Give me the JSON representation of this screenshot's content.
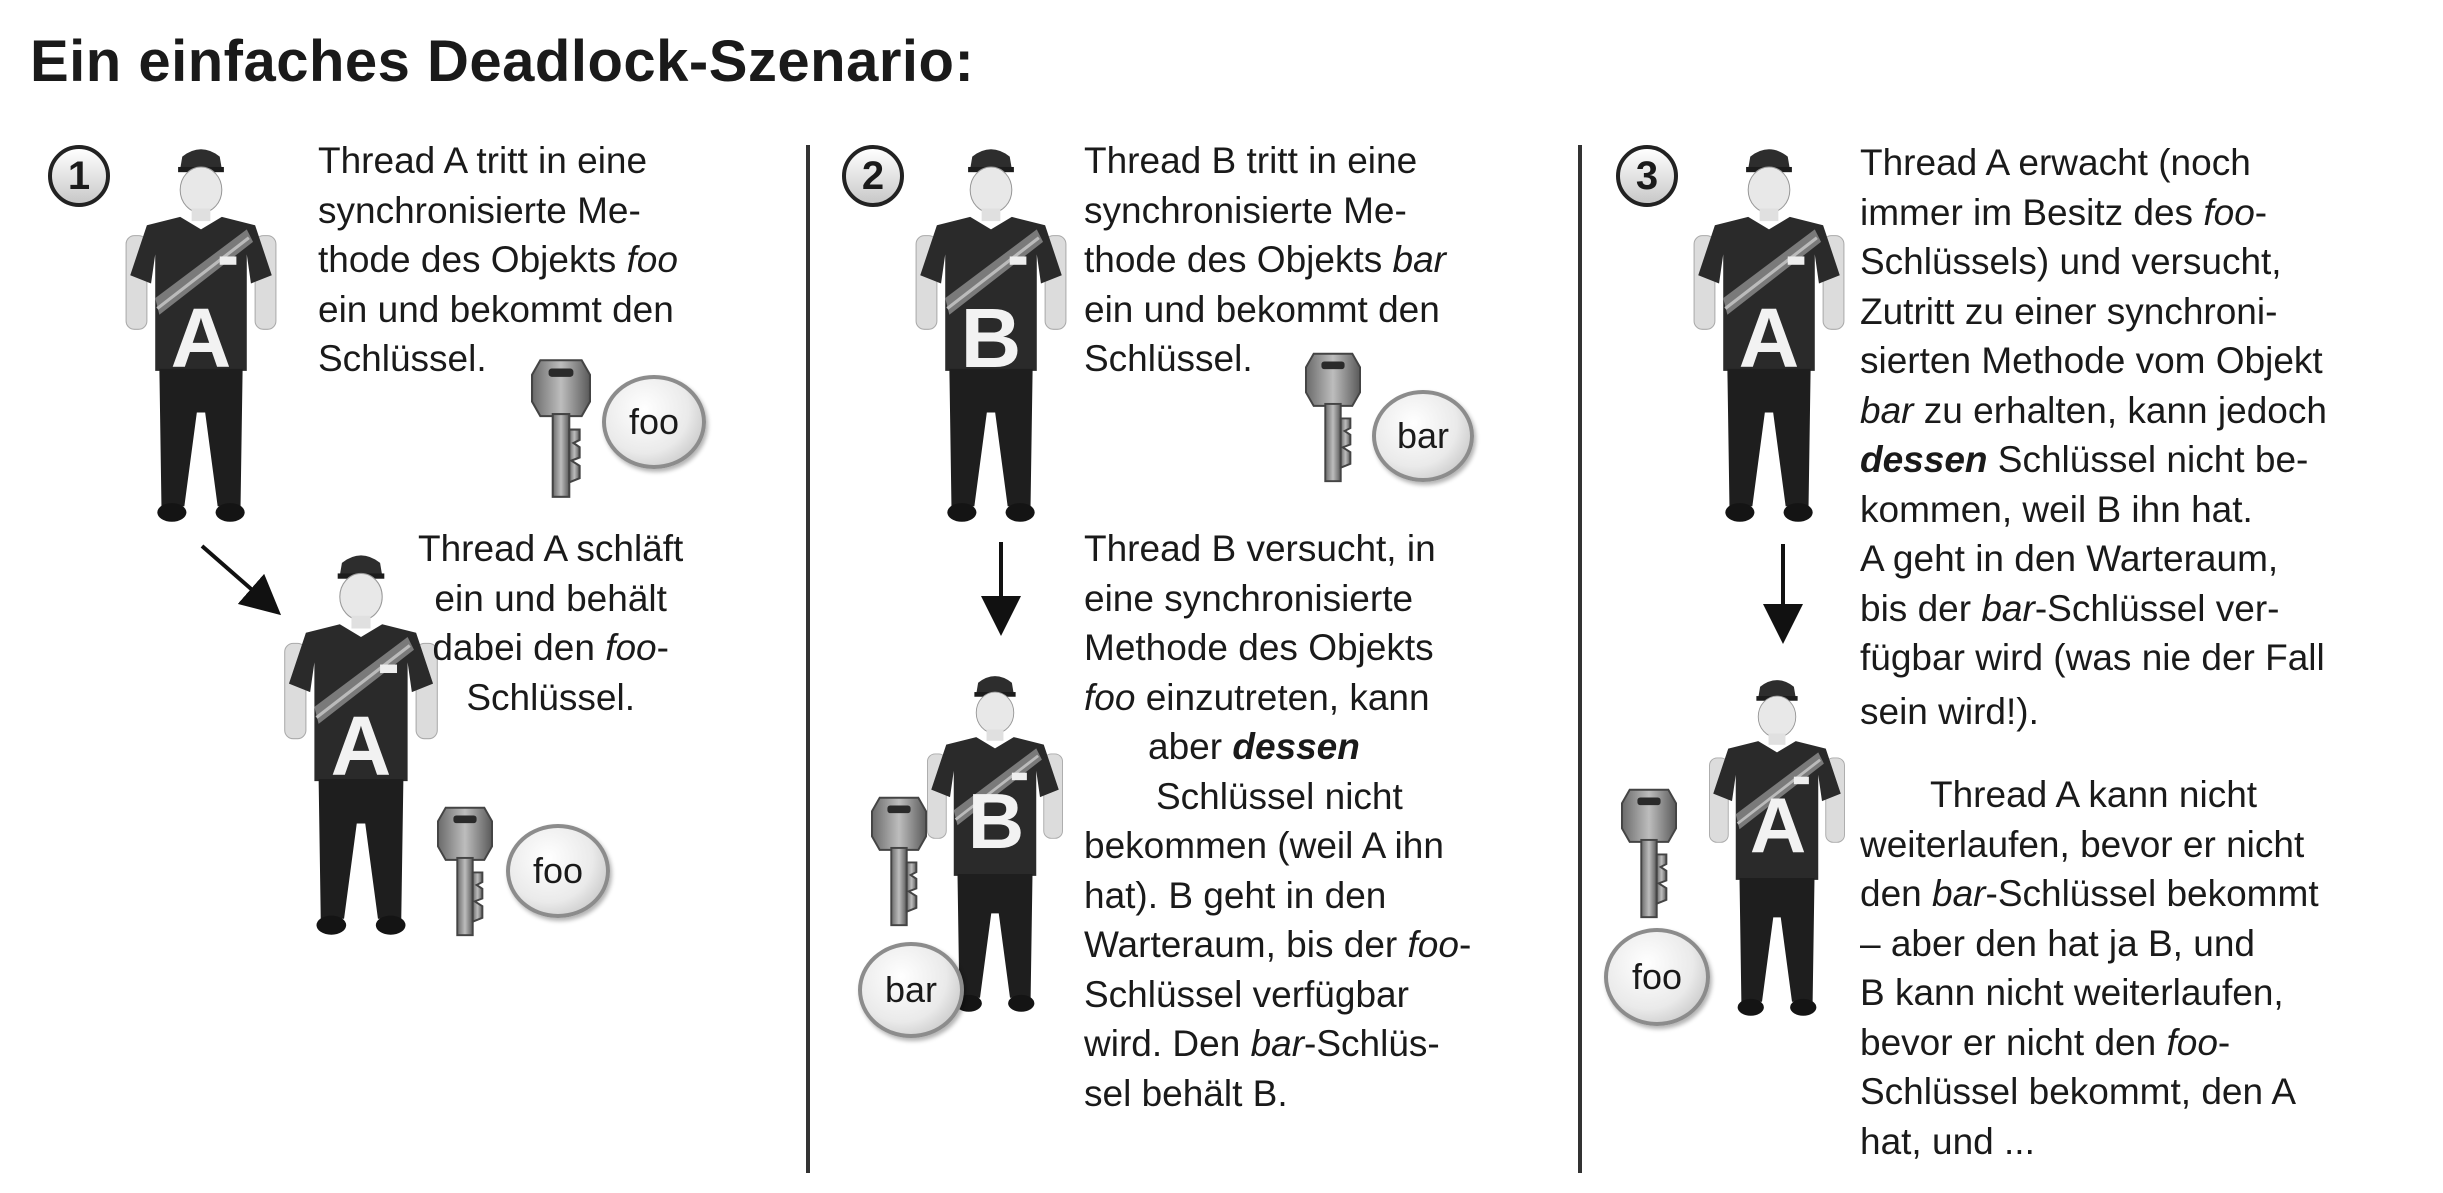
{
  "title": "Ein einfaches Deadlock-Szenario:",
  "steps": [
    {
      "number": "1",
      "text_top": [
        "Thread A tritt in eine",
        "synchronisierte Me-",
        "thode des Objekts ",
        "foo",
        "ein und bekommt den",
        "Schlüssel."
      ],
      "key_label": "foo",
      "person_letter": "A",
      "text_bottom": [
        "Thread A schläft",
        "ein und behält",
        "dabei den ",
        "foo",
        "-",
        "Schlüssel."
      ],
      "key_label_bottom": "foo",
      "person_letter_bottom": "A"
    },
    {
      "number": "2",
      "text_top": [
        "Thread B tritt in eine",
        "synchronisierte Me-",
        "thode des Objekts ",
        "bar",
        "ein und bekommt den",
        "Schlüssel."
      ],
      "key_label": "bar",
      "person_letter": "B",
      "text_bottom": [
        "Thread B versucht, in",
        "eine synchronisierte",
        "Methode des Objekts",
        "foo",
        " einzutreten, kann",
        "aber ",
        "dessen",
        "Schlüssel nicht",
        "bekommen (weil A ihn",
        "hat). B geht in den",
        "Warteraum, bis der ",
        "foo",
        "-",
        "Schlüssel verfügbar",
        "wird. Den ",
        "bar",
        "-Schlüs-",
        "sel behält B."
      ],
      "key_label_bottom": "bar",
      "person_letter_bottom": "B"
    },
    {
      "number": "3",
      "text_top": [
        "Thread A erwacht (noch",
        "immer im Besitz des ",
        "foo",
        "-",
        "Schlüssels) und versucht,",
        "Zutritt zu einer synchroni-",
        "sierten Methode vom Objekt",
        "bar",
        " zu erhalten, kann jedoch",
        "dessen",
        " Schlüssel nicht be-",
        "kommen, weil B ihn hat.",
        "A geht in den Warteraum,",
        "bis der ",
        "bar",
        "-Schlüssel ver-",
        "fügbar wird (was nie der Fall",
        "sein wird!)."
      ],
      "person_letter": "A",
      "text_bottom": [
        "Thread A kann nicht",
        "weiterlaufen, bevor er nicht",
        "den ",
        "bar",
        "-Schlüssel bekommt",
        "– aber den hat ja B, und",
        "B kann nicht weiterlaufen,",
        "bevor er nicht den ",
        "foo",
        "-",
        "Schlüssel bekommt, den A",
        "hat, und ..."
      ],
      "key_label_bottom": "foo",
      "person_letter_bottom": "A"
    }
  ],
  "icons": {
    "person": "person-icon",
    "key": "key-icon",
    "arrow": "arrow-icon"
  },
  "colors": {
    "shirt": "#2a2a2a",
    "pants": "#1e1e1e",
    "skin": "#e8e8e8",
    "text": "#1a1a1a",
    "coin_border": "#8c8c8c"
  }
}
